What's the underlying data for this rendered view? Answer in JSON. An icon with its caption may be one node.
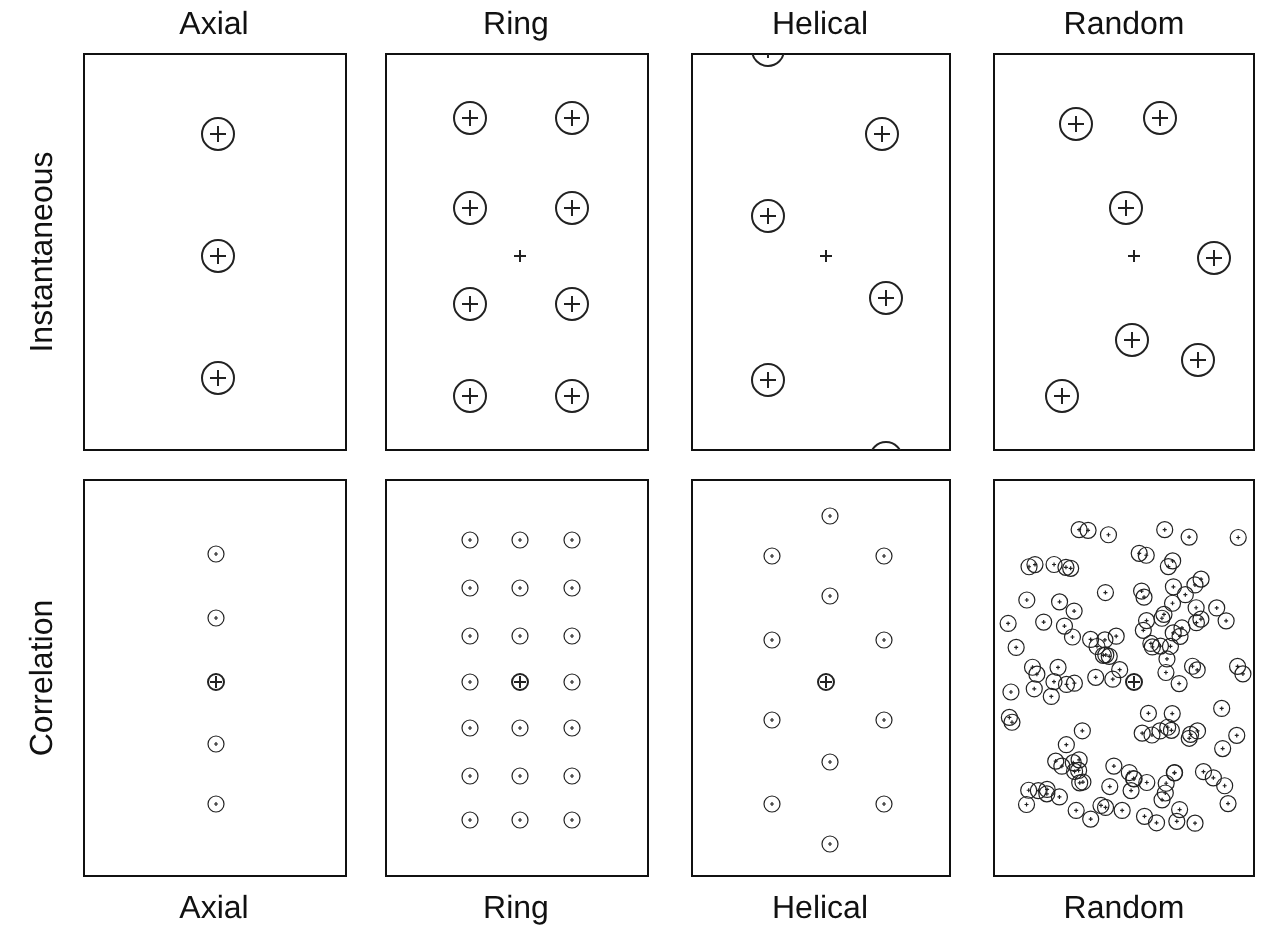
{
  "diagram": {
    "labels": [
      "Axial",
      "Ring",
      "Helical",
      "Random",
      "Instantaneous",
      "Correlation",
      "Axial",
      "Ring",
      "Helical",
      "Random"
    ]
  }
}
